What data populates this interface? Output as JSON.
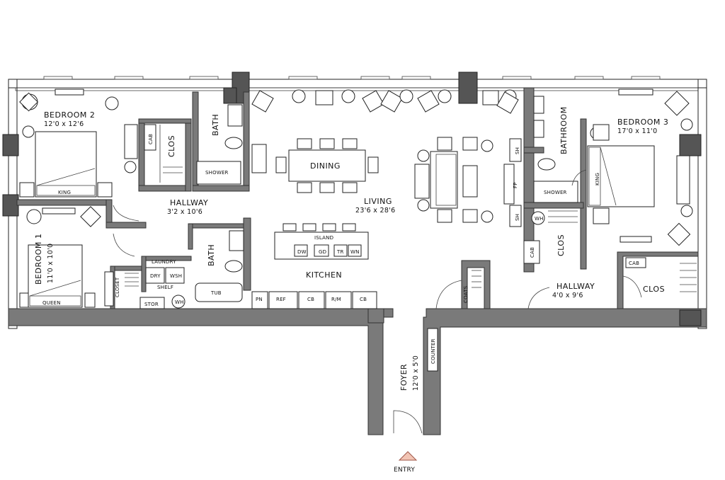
{
  "rooms": {
    "bedroom2": {
      "name": "BEDROOM 2",
      "dim": "12'0 x 12'6"
    },
    "bedroom1": {
      "name": "BEDROOM 1",
      "dim": "11'0 x 10'0"
    },
    "bedroom3": {
      "name": "BEDROOM 3",
      "dim": "17'0 x 11'0"
    },
    "hallway_left": {
      "name": "HALLWAY",
      "dim": "3'2 x 10'6"
    },
    "hallway_right": {
      "name": "HALLWAY",
      "dim": "4'0 x 9'6"
    },
    "living": {
      "name": "LIVING",
      "dim": "23'6 x 28'6"
    },
    "dining": {
      "name": "DINING"
    },
    "kitchen": {
      "name": "KITCHEN"
    },
    "foyer": {
      "name": "FOYER",
      "dim": "12'0 x 5'0"
    }
  },
  "labels": {
    "clos": "CLOS",
    "bath": "BATH",
    "bathroom": "BATHROOM",
    "shower": "SHOWER",
    "cab": "CAB",
    "king": "KING",
    "queen": "QUEEN",
    "closet": "CLOSET",
    "laundry": "LAUNDRY",
    "dry": "DRY",
    "wsh": "WSH",
    "shelf": "SHELF",
    "stor": "STOR",
    "wh": "WH",
    "tub": "TUB",
    "island": "ISLAND",
    "dw": "DW",
    "gd": "GD",
    "tr": "TR",
    "wn": "WN",
    "pn": "PN",
    "ref": "REF",
    "cb": "CB",
    "rm": "R/M",
    "coats": "COATS",
    "counter": "COUNTER",
    "sh": "SH",
    "fp": "FP",
    "entry": "ENTRY"
  },
  "colors": {
    "wall": "#7a7a7a",
    "entry_marker": "#f2c4b4"
  }
}
